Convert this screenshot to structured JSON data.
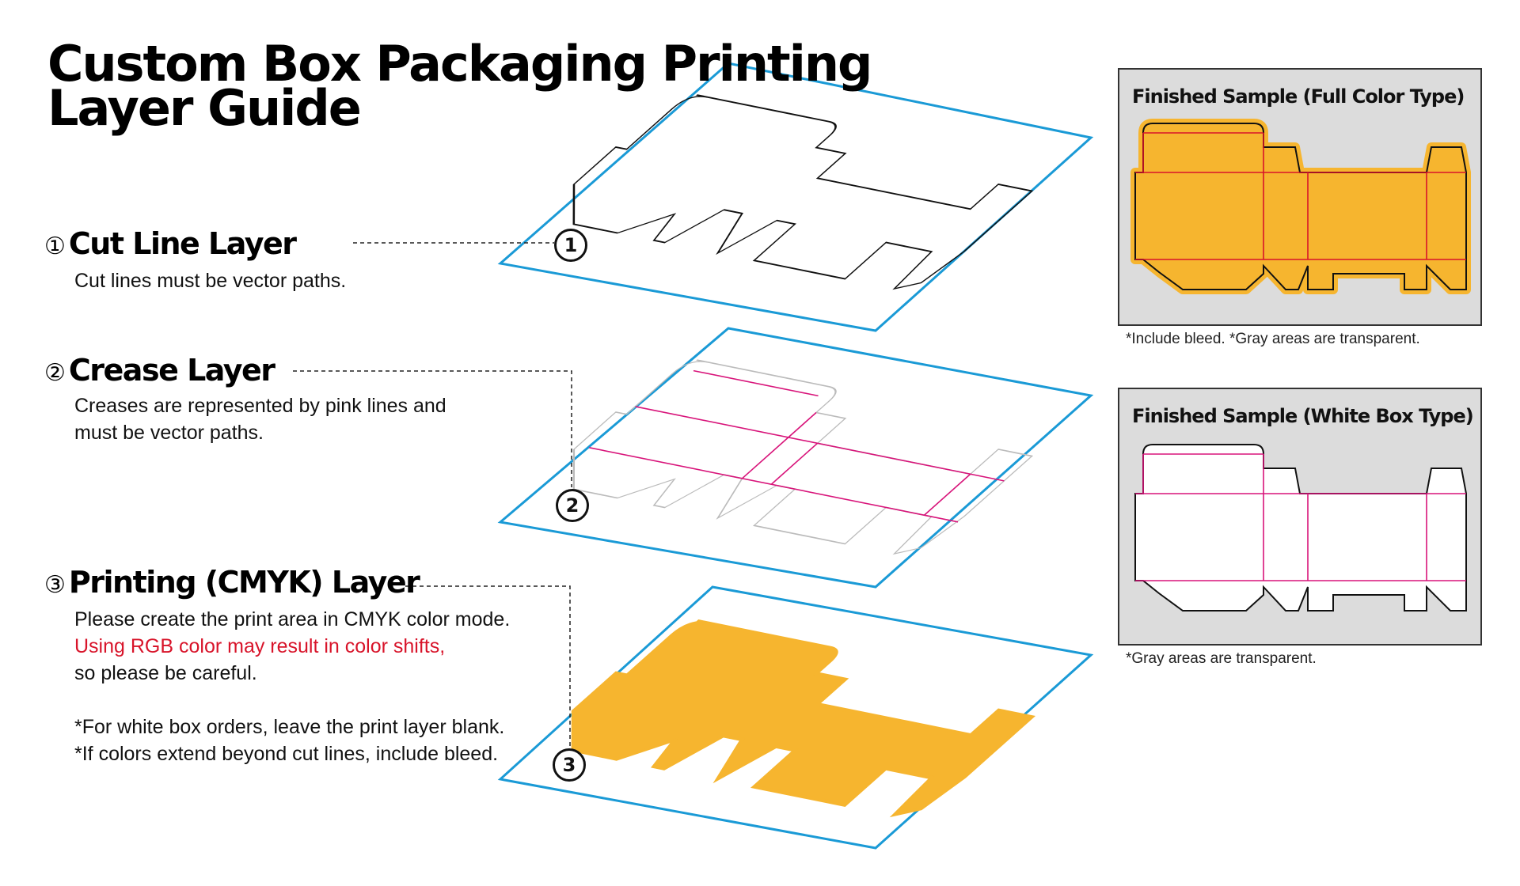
{
  "title": {
    "line1": "Custom Box Packaging Printing",
    "line2": "Layer Guide"
  },
  "layers": [
    {
      "number": "①",
      "heading": "Cut Line Layer",
      "badge": "1",
      "lines": [
        "Cut lines must be vector paths."
      ]
    },
    {
      "number": "②",
      "heading": "Crease Layer",
      "badge": "2",
      "lines": [
        "Creases are represented by pink lines and",
        "must be vector paths."
      ]
    },
    {
      "number": "③",
      "heading": "Printing (CMYK) Layer",
      "badge": "3",
      "line1": "Please create the print area in CMYK color mode.",
      "warning": "Using RGB color may result in color shifts,",
      "line3": "so please be careful.",
      "note1": "*For white box orders, leave the print layer blank.",
      "note2": "*If colors extend beyond cut lines, include bleed."
    }
  ],
  "samples": [
    {
      "title": "Finished Sample (Full Color Type)",
      "note": "*Include bleed. *Gray areas are transparent.",
      "fill": "#f6b52f"
    },
    {
      "title": "Finished Sample (White Box Type)",
      "note": "*Gray areas are transparent.",
      "fill": "#ffffff"
    }
  ],
  "colors": {
    "plane": "#1a9ad6",
    "crease": "#d8147a",
    "print": "#f6b52f",
    "cut": "#111111",
    "warning": "#d8142a"
  },
  "icons": [
    "circled-number-icon"
  ]
}
